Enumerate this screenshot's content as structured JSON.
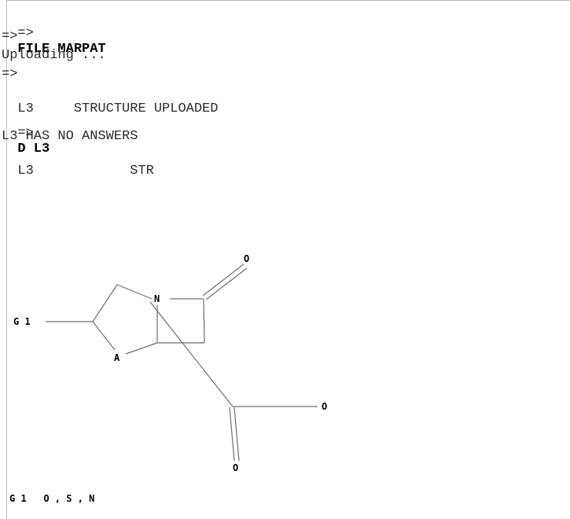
{
  "terminal": {
    "line1_prompt": "=>",
    "line1_cmd": "FILE MARPAT",
    "line2": "=>",
    "line3": "Uploading ...",
    "line4": "=>",
    "line5_left": "L3",
    "line5_right": "STRUCTURE UPLOADED",
    "line6_prompt": "=>",
    "line6_cmd": "D L3",
    "line7": "L3 HAS NO ANSWERS",
    "line8_left": "L3",
    "line8_right": "STR"
  },
  "structure": {
    "atoms": {
      "o_top": "O",
      "n": "N",
      "g1": "G 1",
      "a": "A",
      "o_right": "O",
      "o_bottom": "O"
    },
    "definition": "G 1   O , S , N"
  }
}
